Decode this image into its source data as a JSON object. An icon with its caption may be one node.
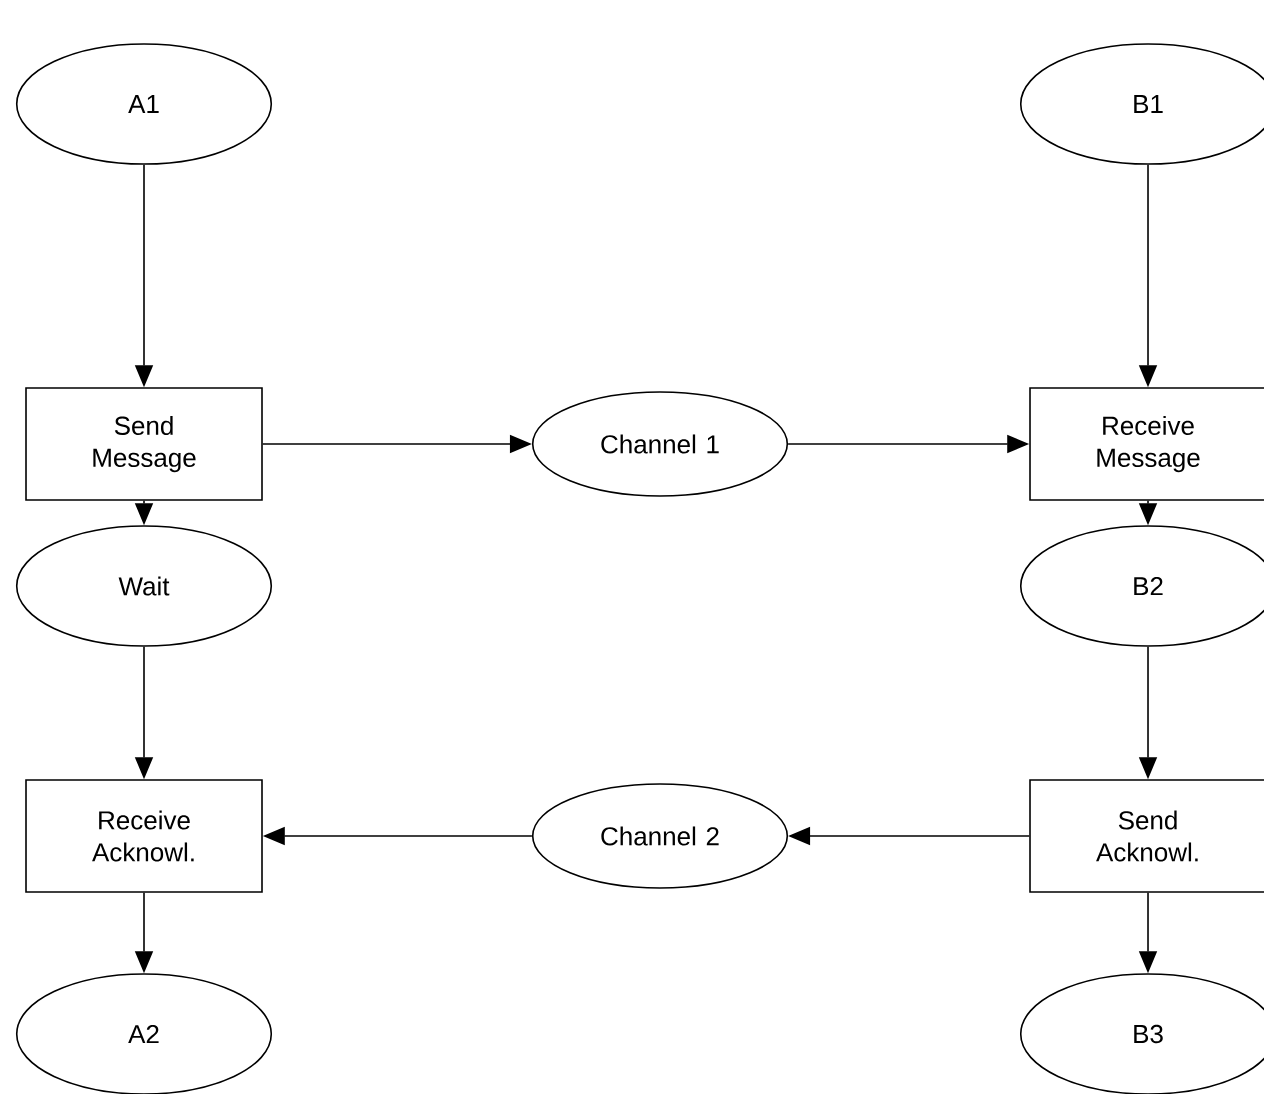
{
  "diagram": {
    "nodes": [
      {
        "text": [
          "A1"
        ]
      },
      {
        "text": [
          "B1"
        ]
      },
      {
        "text": [
          "Send Message"
        ]
      },
      {
        "text": [
          "Channel 1"
        ]
      },
      {
        "text": [
          "Receive Message"
        ]
      },
      {
        "text": [
          "Wait"
        ]
      },
      {
        "text": [
          "B2"
        ]
      },
      {
        "text": [
          "Receive Acknowl."
        ]
      },
      {
        "text": [
          "Channel 2"
        ]
      },
      {
        "text": [
          "Send Acknowl."
        ]
      },
      {
        "text": [
          "A2"
        ]
      },
      {
        "text": [
          "B3"
        ]
      }
    ],
    "edges": [
      {
        "from": 0,
        "to": 2,
        "arrow": "to"
      },
      {
        "from": 1,
        "to": 4,
        "arrow": "to"
      },
      {
        "from": 2,
        "to": 3,
        "arrow": "to"
      },
      {
        "from": 3,
        "to": 4,
        "arrow": "to"
      },
      {
        "from": 2,
        "to": 5,
        "arrow": "to"
      },
      {
        "from": 4,
        "to": 6,
        "arrow": "to"
      },
      {
        "from": 5,
        "to": 7,
        "arrow": "to"
      },
      {
        "from": 6,
        "to": 9,
        "arrow": "to"
      },
      {
        "from": 9,
        "to": 8,
        "arrow": "to"
      },
      {
        "from": 8,
        "to": 7,
        "arrow": "to"
      },
      {
        "from": 7,
        "to": 10,
        "arrow": "to"
      },
      {
        "from": 9,
        "to": 11,
        "arrow": "to"
      }
    ]
  }
}
